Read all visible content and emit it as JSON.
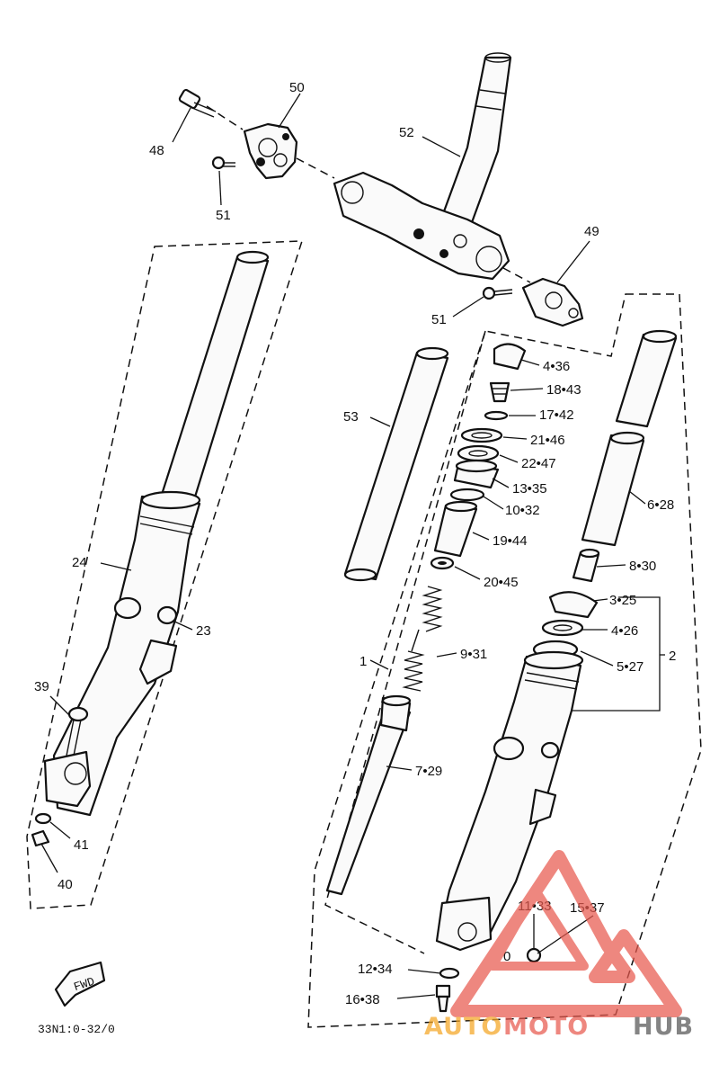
{
  "callouts": {
    "p50": "50",
    "p48": "48",
    "p51a": "51",
    "p52": "52",
    "p49": "49",
    "p51b": "51",
    "p53": "53",
    "p4_36": "4•36",
    "p18_43": "18•43",
    "p17_42": "17•42",
    "p21_46": "21•46",
    "p22_47": "22•47",
    "p13_35": "13•35",
    "p10_32": "10•32",
    "p6_28": "6•28",
    "p19_44": "19•44",
    "p8_30": "8•30",
    "p20_45": "20•45",
    "p3_25": "3•25",
    "p24": "24",
    "p23": "23",
    "p4_26": "4•26",
    "p2": "2",
    "p9_31": "9•31",
    "p1": "1",
    "p5_27": "5•27",
    "p39": "39",
    "p7_29": "7•29",
    "p41": "41",
    "p40": "40",
    "p11_33": "11•33",
    "p15_37": "15•37",
    "p0": "0",
    "p12_34": "12•34",
    "p16_38": "16•38"
  },
  "fwd_label": "FWD",
  "diagram_code": "33N1:0-32/0",
  "watermark": {
    "part1": "AUTO",
    "part2": "MOTO",
    "part3": "HUB"
  },
  "colors": {
    "line": "#111111",
    "watermark_red": "#e85a4f",
    "watermark_orange": "#f5a623",
    "watermark_gray": "#555555"
  }
}
